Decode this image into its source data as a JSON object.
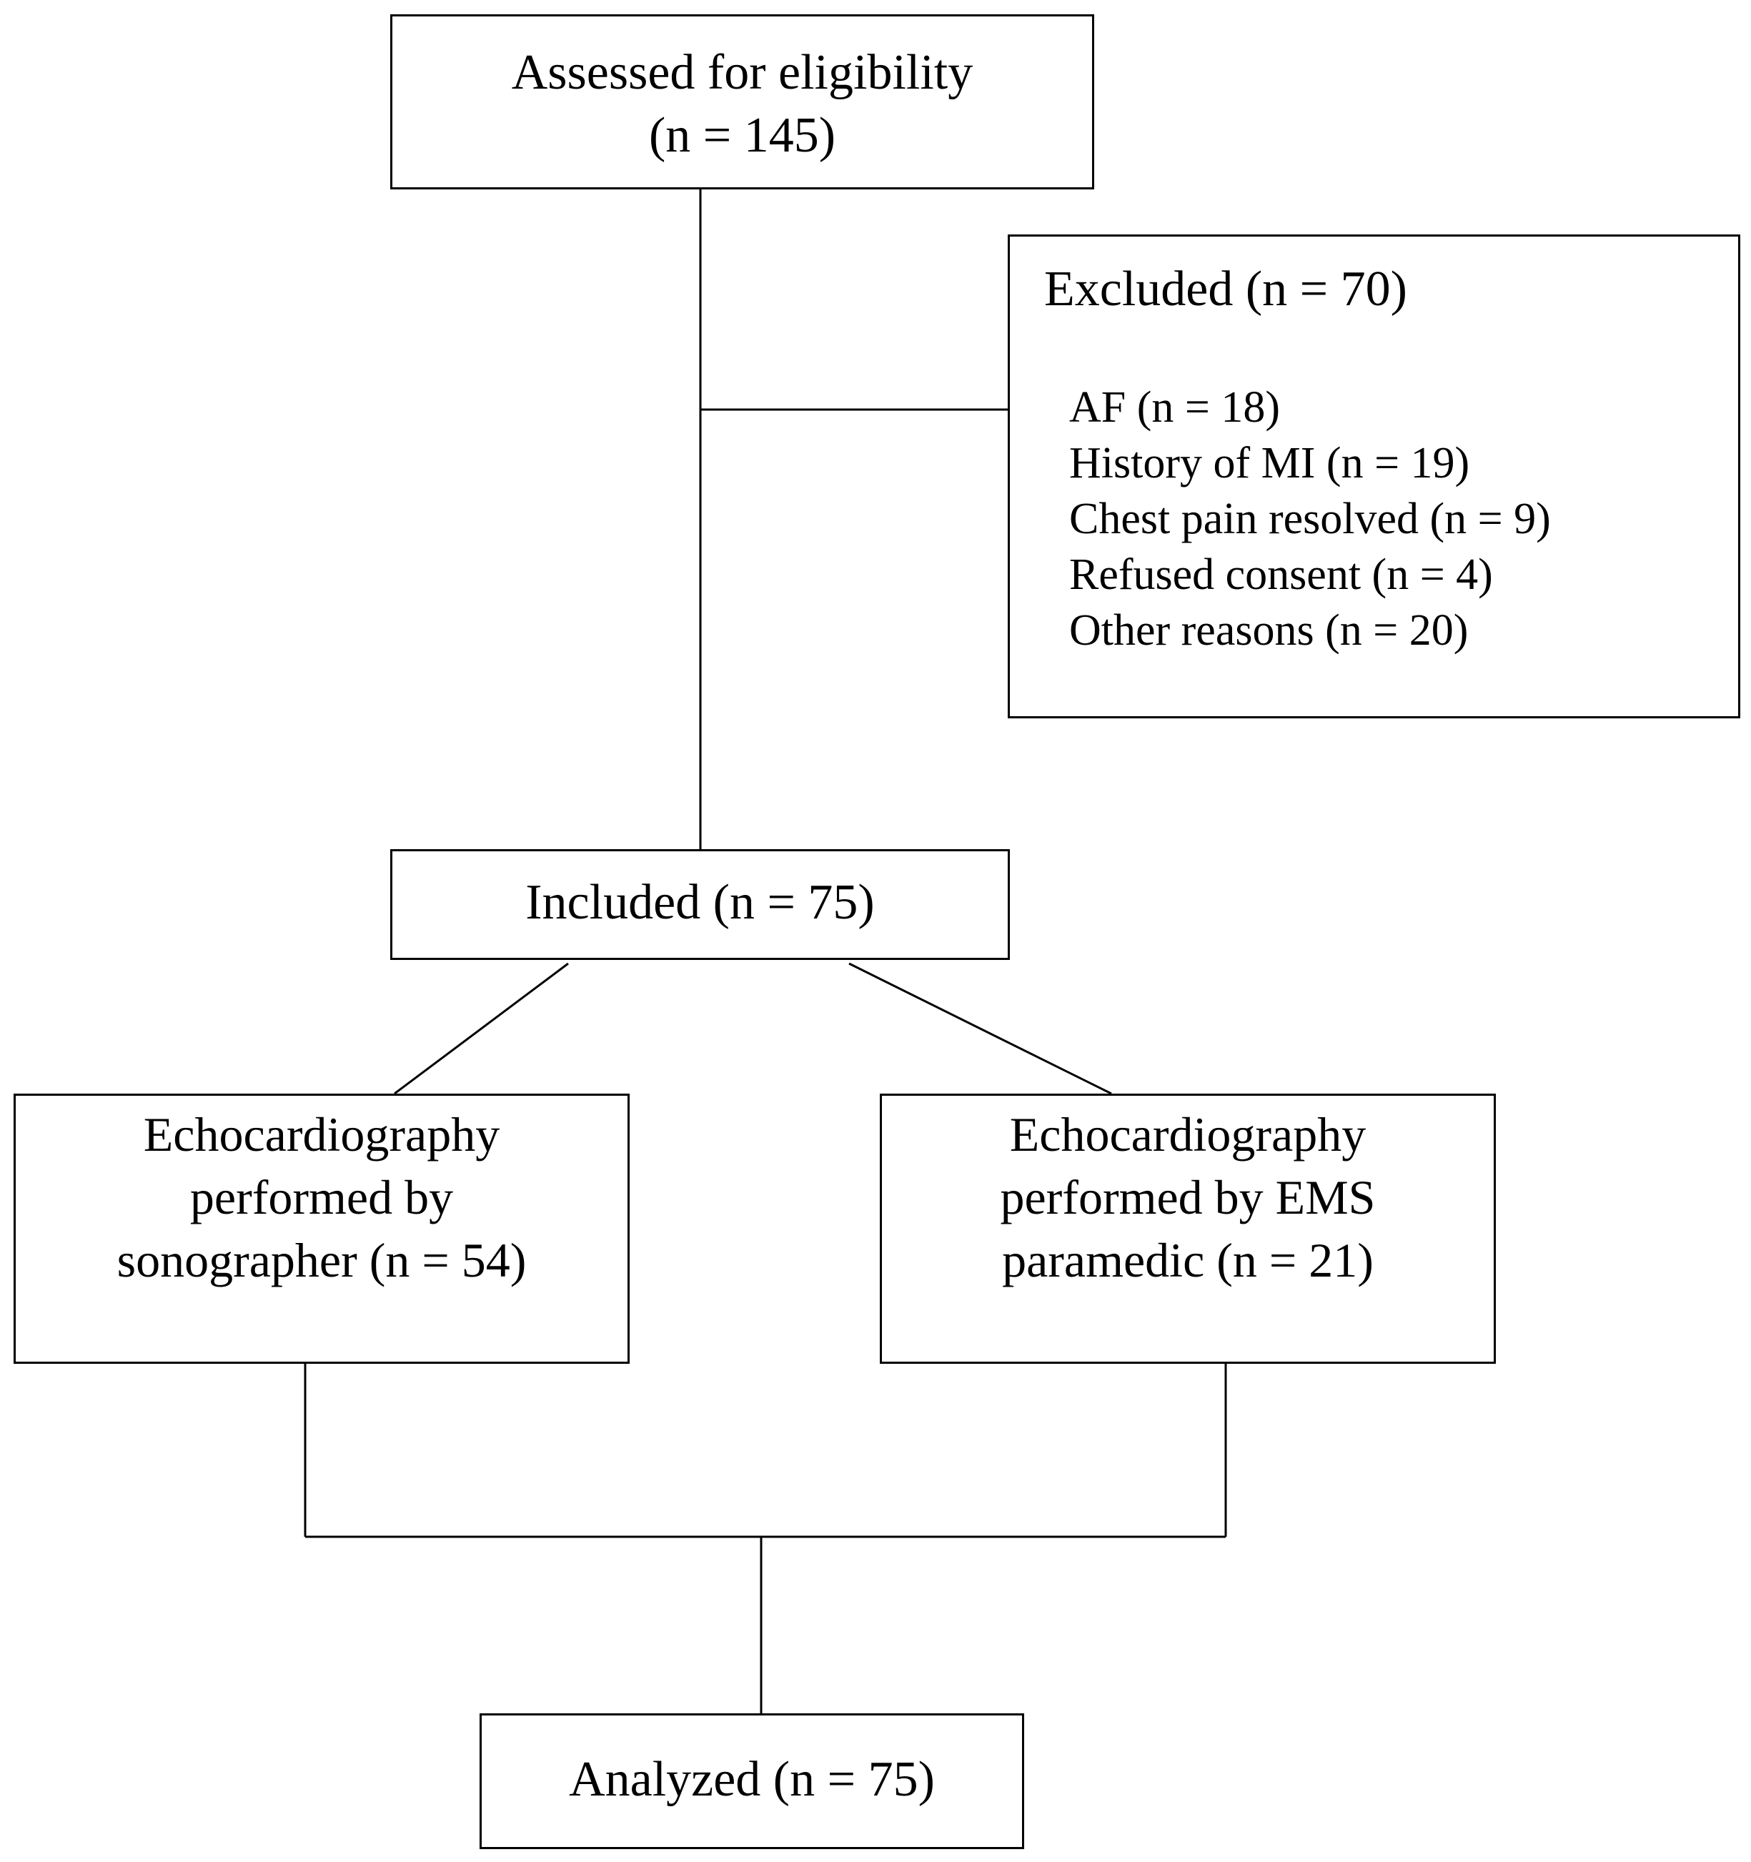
{
  "boxes": {
    "assessed": {
      "text": "Assessed for eligibility\n(n = 145)"
    },
    "excluded": {
      "title": "Excluded (n = 70)",
      "reasons": [
        "AF (n = 18)",
        "History of MI (n = 19)",
        "Chest pain resolved (n = 9)",
        "Refused consent (n = 4)",
        "Other reasons (n = 20)"
      ]
    },
    "included": {
      "text": "Included (n = 75)"
    },
    "sonographer": {
      "text": "Echocardiography\nperformed by\nsonographer (n = 54)"
    },
    "paramedic": {
      "text": "Echocardiography\nperformed by EMS\nparamedic (n = 21)"
    },
    "analyzed": {
      "text": "Analyzed (n = 75)"
    }
  }
}
